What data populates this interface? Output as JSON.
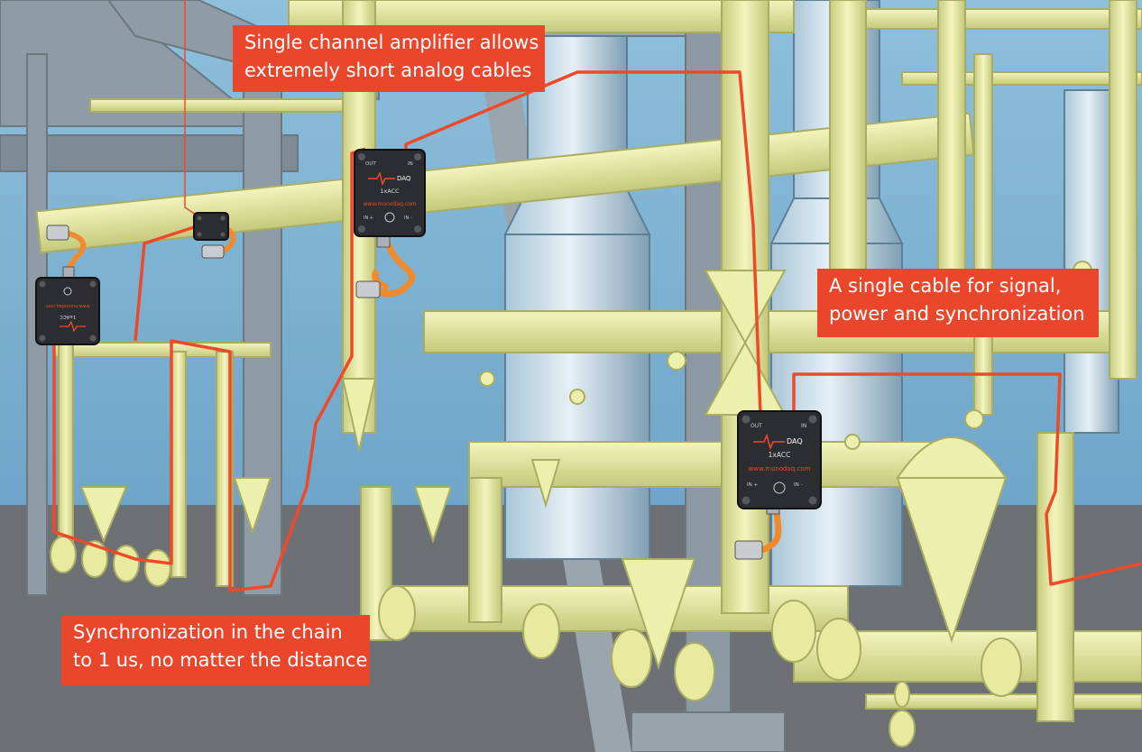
{
  "colors": {
    "callout_bg": "#e9462b",
    "cable": "#ee4a2a",
    "pipe": "#ecefa6",
    "pipe_shade": "#c9cd80",
    "steel": "#8c9aa3",
    "sky": "#7fb1cf",
    "floor": "#6b6e72",
    "device": "#2b2d31",
    "connector_cable": "#f08a2c"
  },
  "callouts": [
    {
      "lines": [
        "Single channel amplifier allows",
        "extremely short analog cables"
      ]
    },
    {
      "lines": [
        "A single cable for signal,",
        "power and synchronization"
      ]
    },
    {
      "lines": [
        "Synchronization in the chain",
        "to 1 us, no matter the distance"
      ]
    }
  ],
  "devices": [
    {
      "label": "1xACC",
      "url": "www.monodaq.com",
      "brand": "DAQ",
      "port_out": "OUT",
      "port_in": "IN",
      "in_plus": "IN +",
      "in_minus": "IN -"
    },
    {
      "label": "1xACC",
      "url": "www.monodaq.com",
      "brand": "DAQ",
      "port_out": "OUT",
      "port_in": "IN",
      "in_plus": "IN +",
      "in_minus": "IN -"
    }
  ],
  "rotated_device": {
    "label": "1xACC",
    "url": "www.monodaq.com"
  }
}
